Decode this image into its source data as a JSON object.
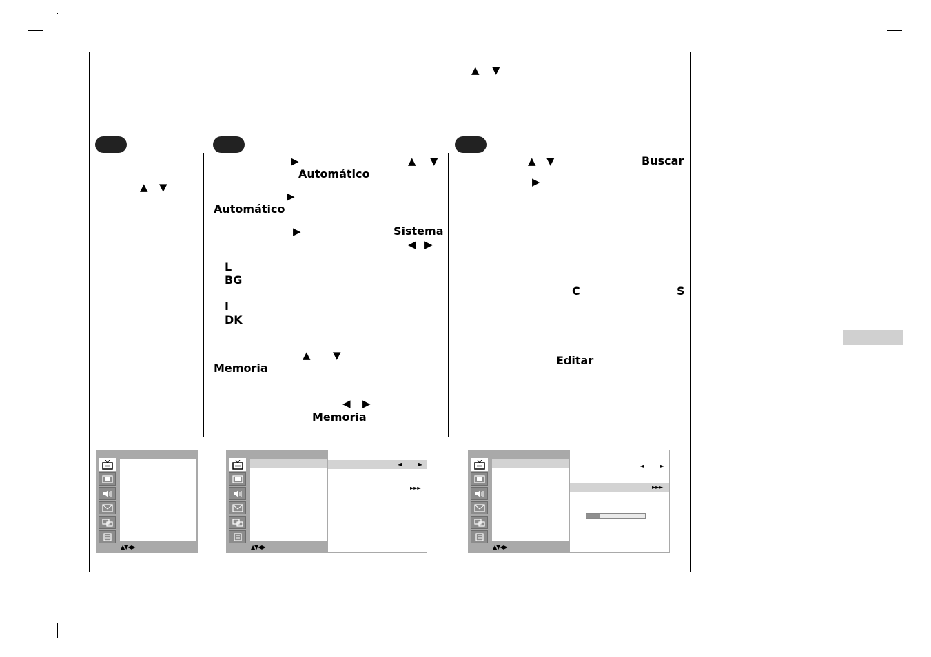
{
  "arrows": {
    "up": "▲",
    "down": "▼",
    "right": "▶",
    "left": "◀",
    "small_left": "◄",
    "small_right": "►",
    "triple_right": "►►►",
    "nav_hint": "▲▼◀▶"
  },
  "step2": {
    "word_automatico_1": "Automático",
    "word_automatico_2": "Automático",
    "word_sistema": "Sistema",
    "system_l": "L",
    "system_bg": "BG",
    "system_i": "I",
    "system_dk": "DK",
    "word_memoria_1": "Memoria",
    "word_memoria_2": "Memoria"
  },
  "step3": {
    "word_buscar": "Buscar",
    "letter_c": "C",
    "letter_s": "S",
    "word_editar": "Editar"
  },
  "osd": {
    "menu_icons": [
      "tv-station-icon",
      "picture-icon",
      "sound-icon",
      "time-icon",
      "special-icon",
      "screen-icon"
    ],
    "progress_fraction": 0.22
  },
  "colors": {
    "osd_frame": "#a9a9a9",
    "osd_highlight": "#d3d3d3",
    "pill": "#222222",
    "tab": "#d0d0d0"
  }
}
